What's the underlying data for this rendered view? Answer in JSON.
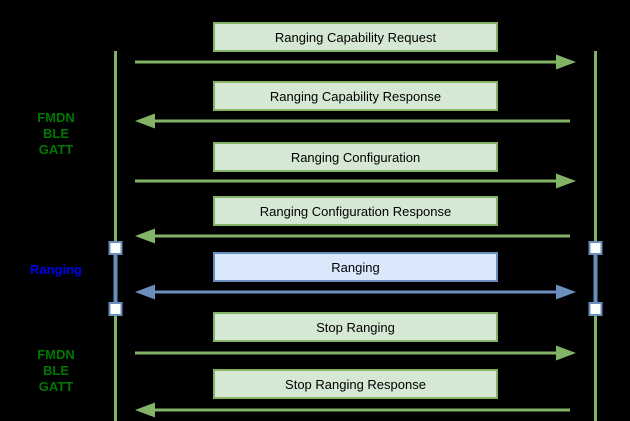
{
  "diagram": {
    "type": "sequence-diagram",
    "description": "FMDN ranging message flow between two endpoints"
  },
  "sections": [
    {
      "id": "fmdn-ble-gatt-top",
      "label": "FMDN\nBLE\nGATT",
      "color": "#007700"
    },
    {
      "id": "ranging",
      "label": "Ranging",
      "color": "#0000f0"
    },
    {
      "id": "fmdn-ble-gatt-bottom",
      "label": "FMDN\nBLE\nGATT",
      "color": "#007700"
    }
  ],
  "messages": [
    {
      "label": "Ranging Capability Request",
      "direction": "right",
      "style": "green"
    },
    {
      "label": "Ranging Capability Response",
      "direction": "left",
      "style": "green"
    },
    {
      "label": "Ranging Configuration",
      "direction": "right",
      "style": "green"
    },
    {
      "label": "Ranging Configuration Response",
      "direction": "left",
      "style": "green"
    },
    {
      "label": "Ranging",
      "direction": "both",
      "style": "blue"
    },
    {
      "label": "Stop Ranging",
      "direction": "right",
      "style": "green"
    },
    {
      "label": "Stop Ranging Response",
      "direction": "left",
      "style": "green"
    }
  ],
  "colors": {
    "green_fill": "#d5e8d4",
    "green_stroke": "#82b366",
    "blue_fill": "#dae8fc",
    "blue_stroke": "#6c8ebf",
    "gatt_label": "#007700",
    "ranging_label": "#0000f0",
    "background": "#000000",
    "box_text": "#000000"
  }
}
